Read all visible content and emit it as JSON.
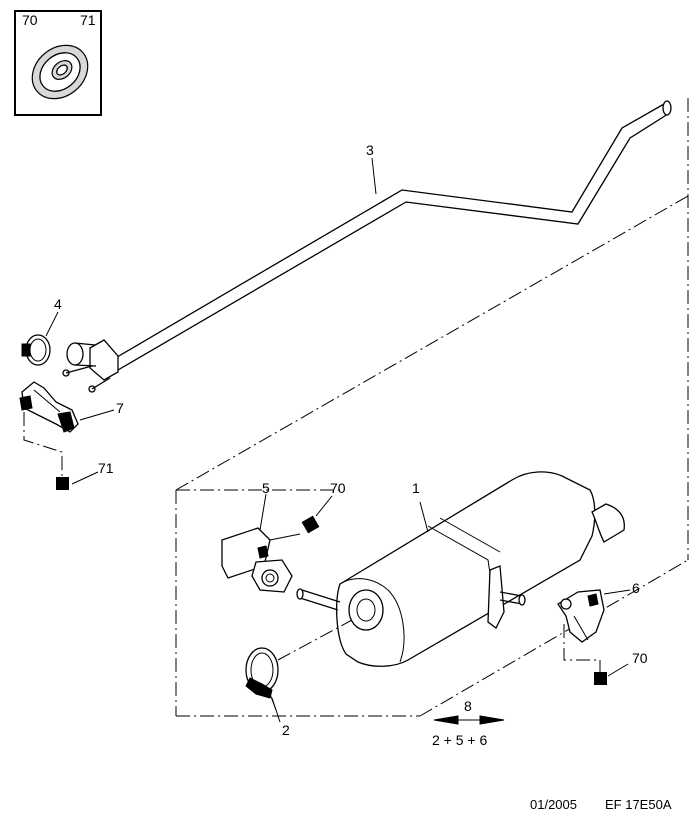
{
  "inset": {
    "labels": [
      "70",
      "71"
    ]
  },
  "callouts": {
    "p1": "1",
    "p2": "2",
    "p3": "3",
    "p4": "4",
    "p5": "5",
    "p6": "6",
    "p7": "7",
    "p70_a": "70",
    "p70_b": "70",
    "p71": "71"
  },
  "kit": {
    "number": "8",
    "formula": "2 + 5 + 6"
  },
  "footer": {
    "date": "01/2005",
    "reference": "EF 17E50A"
  }
}
